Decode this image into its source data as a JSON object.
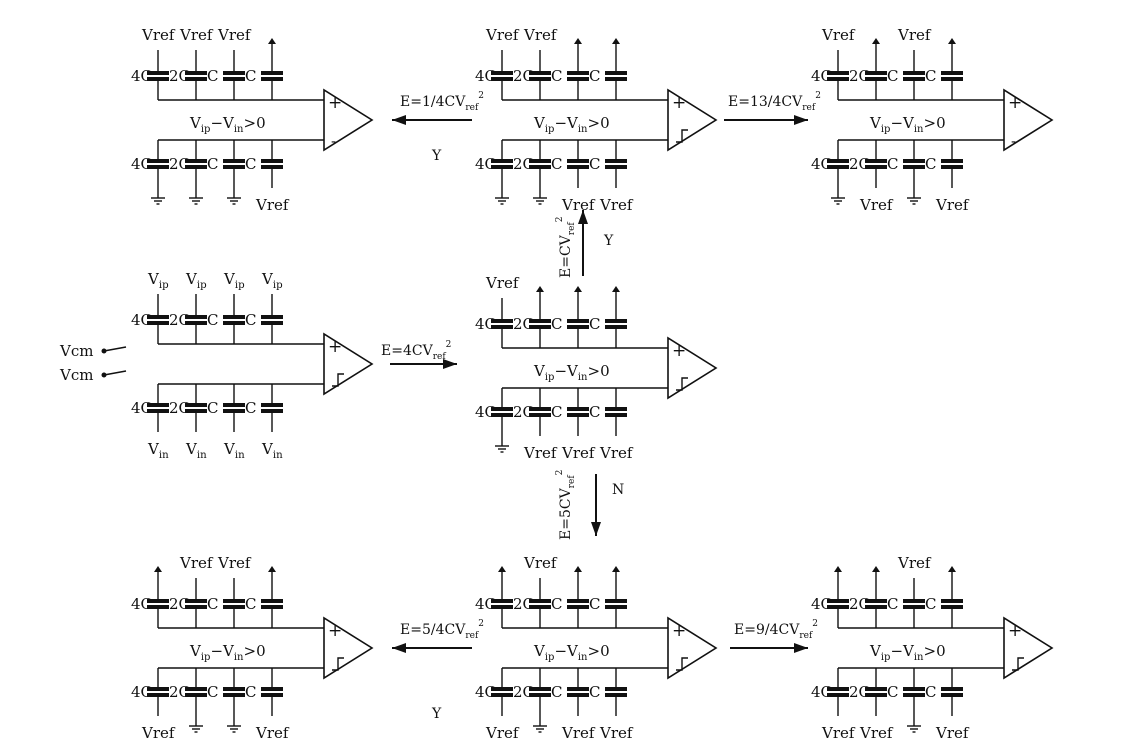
{
  "labels": {
    "vref": "Vref",
    "cap_4c": "4C",
    "cap_2c": "2C",
    "cap_c": "C",
    "vip": "V",
    "vip_sub": "ip",
    "vin": "V",
    "vin_sub": "in",
    "vcm": "Vcm",
    "plus": "+",
    "minus": "-",
    "condition": "V",
    "condition_sub1": "ip",
    "condition_mid": "−V",
    "condition_sub2": "in",
    "condition_end": ">0",
    "yes": "Y",
    "no": "N"
  },
  "energy": {
    "initial": {
      "text": "E=4CV",
      "sub": "ref",
      "sup": "2"
    },
    "up": {
      "text": "E=CV",
      "sub": "ref",
      "sup": "2"
    },
    "down": {
      "text": "E=5CV",
      "sub": "ref",
      "sup": "2"
    },
    "top_left": {
      "text": "E=1/4CV",
      "sub": "ref",
      "sup": "2"
    },
    "top_right": {
      "text": "E=13/4CV",
      "sub": "ref",
      "sup": "2"
    },
    "bottom_left": {
      "text": "E=5/4CV",
      "sub": "ref",
      "sup": "2"
    },
    "bottom_right": {
      "text": "E=9/4CV",
      "sub": "ref",
      "sup": "2"
    }
  },
  "circuits": {
    "c_top_left": {
      "top": [
        "vref",
        "vref",
        "vref",
        "up"
      ],
      "bot": [
        "gnd",
        "gnd",
        "gnd",
        "vref"
      ],
      "comp_minus": "-"
    },
    "c_top_mid": {
      "top": [
        "vref",
        "vref",
        "up",
        "up"
      ],
      "bot": [
        "gnd",
        "gnd",
        "vref",
        "vref"
      ],
      "comp_minus": ""
    },
    "c_top_right": {
      "top": [
        "vref",
        "up",
        "vref",
        "up"
      ],
      "bot": [
        "gnd",
        "vref",
        "gnd",
        "vref"
      ],
      "comp_minus": "-"
    },
    "c_mid_left": {
      "top": [
        "vip",
        "vip",
        "vip",
        "vip"
      ],
      "bot": [
        "vin",
        "vin",
        "vin",
        "vin"
      ],
      "comp_minus": ""
    },
    "c_mid_mid": {
      "top": [
        "vref",
        "up",
        "up",
        "up"
      ],
      "bot": [
        "gnd",
        "vref",
        "vref",
        "vref"
      ],
      "comp_minus": ""
    },
    "c_bot_left": {
      "top": [
        "up",
        "vref",
        "vref",
        "up"
      ],
      "bot": [
        "vref",
        "gnd",
        "gnd",
        "vref"
      ],
      "comp_minus": ""
    },
    "c_bot_mid": {
      "top": [
        "up",
        "vref",
        "up",
        "up"
      ],
      "bot": [
        "vref",
        "gnd",
        "vref",
        "vref"
      ],
      "comp_minus": ""
    },
    "c_bot_right": {
      "top": [
        "up",
        "up",
        "vref",
        "up"
      ],
      "bot": [
        "vref",
        "vref",
        "gnd",
        "vref"
      ],
      "comp_minus": ""
    }
  }
}
